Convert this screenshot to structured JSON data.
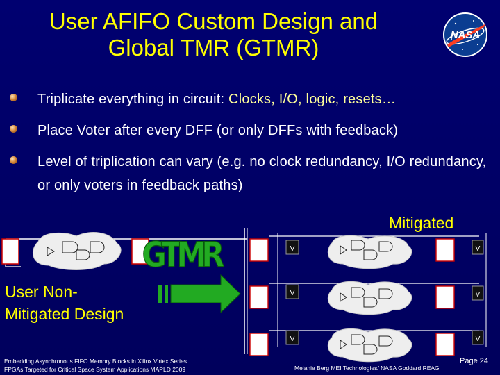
{
  "title": {
    "line1": "User AFIFO Custom Design and",
    "line2": "Global TMR (GTMR)"
  },
  "logo": {
    "text": "NASA",
    "icon": "nasa-meatball-logo"
  },
  "bullets": [
    {
      "prefix": "Triplicate everything in circuit: ",
      "highlight": "Clocks, I/O, logic, resets…"
    },
    {
      "text": "Place Voter after every DFF (or only DFFs with feedback)"
    },
    {
      "text": "Level of triplication can vary (e.g. no clock redundancy, I/O redundancy, or only voters in feedback paths)"
    }
  ],
  "diagram": {
    "mitigated_label": "Mitigated",
    "non_mitigated_label_line1": "User Non-",
    "non_mitigated_label_line2": "Mitigated Design",
    "gtmr_graphic_text": "GTMR",
    "voter_label": "V",
    "colors": {
      "title": "#ffff00",
      "arrow": "#22aa22",
      "gtmr_letters": "#22aa22",
      "voter_box": "#111111"
    }
  },
  "footer": {
    "left_line1": "Embedding Asynchronous FIFO Memory Blocks in Xilinx Virtex Series",
    "left_line2": "FPGAs Targeted for Critical Space System Applications MAPLD 2009",
    "page": "Page 24",
    "right": "Melanie Berg MEI Technologies/ NASA Goddard REAG"
  }
}
